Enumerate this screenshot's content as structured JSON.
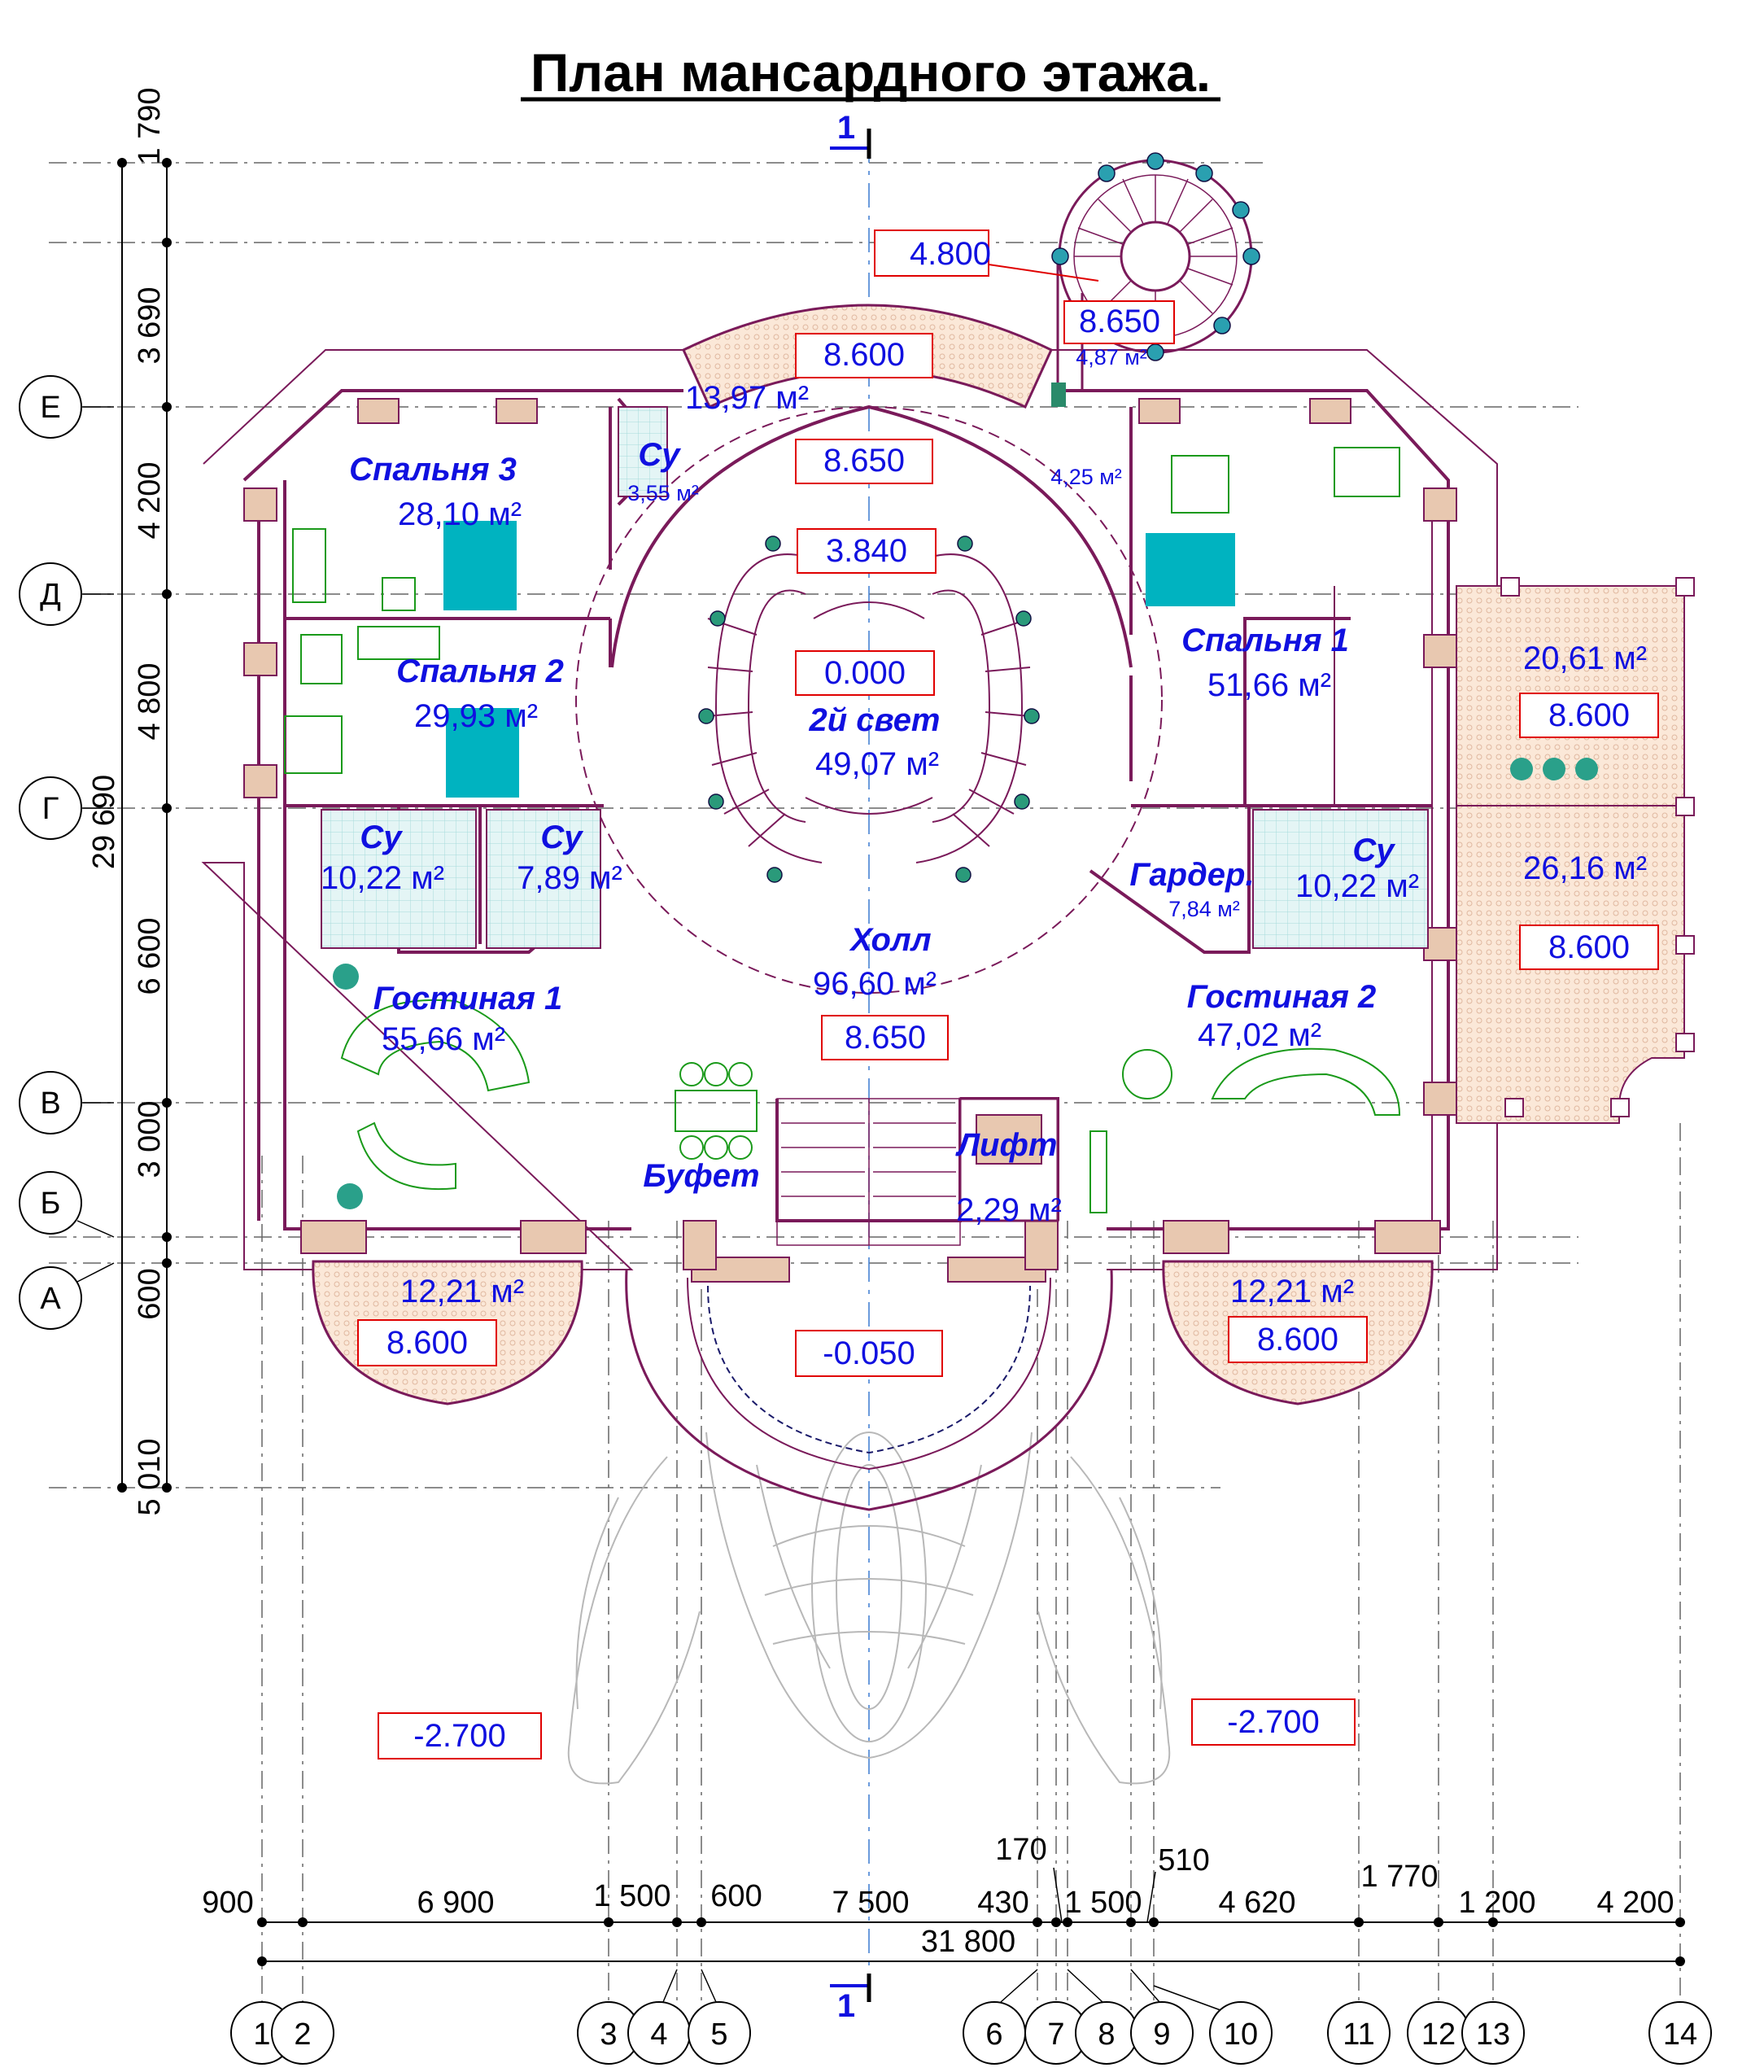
{
  "title": "План мансардного этажа.",
  "section_marks": [
    "1",
    "1"
  ],
  "rooms": [
    {
      "name": "Спальня 3",
      "area": "28,10 м²"
    },
    {
      "name": "Су",
      "area": "3,55 м²"
    },
    {
      "name": "Спальня 2",
      "area": "29,93 м²"
    },
    {
      "name": "Су",
      "area": "10,22 м²"
    },
    {
      "name": "Су",
      "area": "7,89 м²"
    },
    {
      "name": "Гостиная 1",
      "area": "55,66 м²"
    },
    {
      "name": "2й свет",
      "area": "49,07 м²"
    },
    {
      "name": "Холл",
      "area": "96,60 м²"
    },
    {
      "name": "Буфет",
      "area": ""
    },
    {
      "name": "Лифт",
      "area": "2,29 м²"
    },
    {
      "name": "Спальня 1",
      "area": "51,66 м²"
    },
    {
      "name": "Гардер.",
      "area": "7,84 м²"
    },
    {
      "name": "Су",
      "area": "10,22 м²"
    },
    {
      "name": "Гостиная 2",
      "area": "47,02 м²"
    }
  ],
  "other_areas": [
    "13,97 м²",
    "4,87 м²",
    "4,25 м²",
    "20,61 м²",
    "26,16 м²",
    "12,21 м²",
    "12,21 м²"
  ],
  "levels": [
    "4.800",
    "8.650",
    "8.600",
    "8.650",
    "3.840",
    "0.000",
    "8.600",
    "8.600",
    "8.650",
    "8.600",
    "-0.050",
    "8.600",
    "-2.700",
    "-2.700"
  ],
  "row_axes": [
    "Е",
    "Д",
    "Г",
    "В",
    "Б",
    "А"
  ],
  "col_axes": [
    "1",
    "2",
    "3",
    "4",
    "5",
    "6",
    "7",
    "8",
    "9",
    "10",
    "11",
    "12",
    "13",
    "14"
  ],
  "left_dims": [
    "1 790",
    "3 690",
    "4 200",
    "4 800",
    "29 690",
    "6 600",
    "3 000",
    "600",
    "5 010"
  ],
  "bottom_dims": [
    "900",
    "6 900",
    "1 500",
    "600",
    "7 500",
    "430",
    "1 500",
    "4 620",
    "1 200",
    "4 200",
    "170",
    "510",
    "1 770",
    "31 800"
  ],
  "colors": {
    "wall": "#7a1a5a",
    "label": "#1010e0",
    "level_box": "#e00000",
    "furniture": "#1a9a1a",
    "bed": "#00b3c0"
  }
}
